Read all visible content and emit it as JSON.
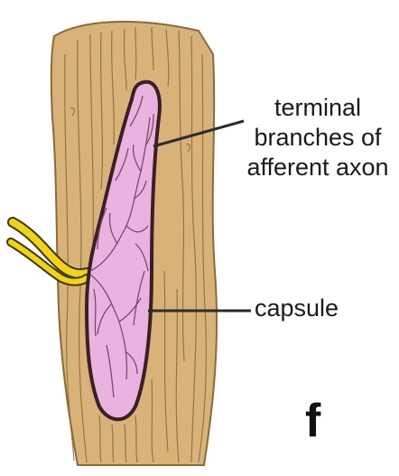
{
  "labels": {
    "terminal_line1": "terminal",
    "terminal_line2": "branches of",
    "terminal_line3": "afferent axon",
    "capsule": "capsule"
  },
  "panel_letter": "f",
  "colors": {
    "tissue_fill": "#d9b27a",
    "tissue_stroke": "#8a6a3e",
    "capsule_fill": "#eab3df",
    "capsule_stroke": "#3a1f25",
    "axon_fill": "#f2d21a",
    "axon_stroke": "#3d3a10",
    "leader_line": "#2b2b2b"
  }
}
